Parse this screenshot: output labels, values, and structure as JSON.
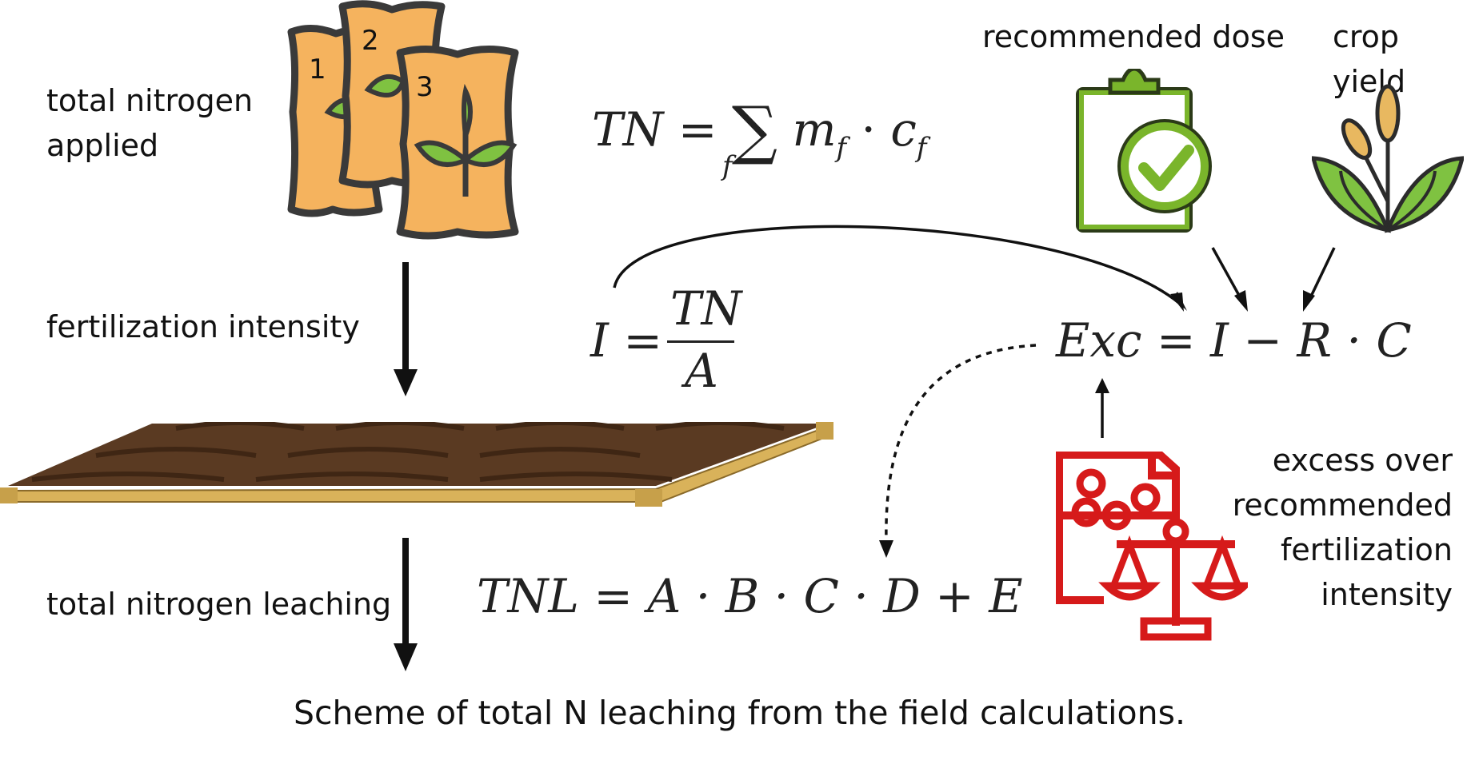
{
  "labels": {
    "total_nitrogen_applied_l1": "total nitrogen",
    "total_nitrogen_applied_l2": "applied",
    "fertilization_intensity": "fertilization intensity",
    "total_nitrogen_leaching": "total nitrogen leaching",
    "recommended_dose": "recommended dose",
    "crop_yield": "crop yield",
    "excess_l1": "excess over",
    "excess_l2": "recommended",
    "excess_l3": "fertilization",
    "excess_l4": "intensity"
  },
  "bags": {
    "bag1": "1",
    "bag2": "2",
    "bag3": "3"
  },
  "formulas": {
    "tn_lhs": "TN",
    "eq": "=",
    "sum_sign": "∑",
    "sum_index": "f",
    "tn_rhs": "m",
    "tn_sub1": "f",
    "dot": "·",
    "tn_c": "c",
    "tn_sub2": "f",
    "i_lhs": "I",
    "i_num": "TN",
    "i_den": "A",
    "exc": "Exc = I − R · C",
    "tnl": "TNL = A · B · C · D + E"
  },
  "caption": "Scheme of total N leaching from the field calculations.",
  "colors": {
    "bag_fill": "#f5b35e",
    "bag_stroke": "#3a3a3a",
    "leaf_green": "#7fc241",
    "clipboard_green": "#7ab52b",
    "scale_red": "#d61a1a",
    "soil_brown": "#5a3a22",
    "frame_wood": "#d9b25a"
  },
  "icons": {
    "fertilizer_bags": "fertilizer-bags-icon",
    "clipboard_check": "clipboard-check-icon",
    "wheat_plant": "wheat-plant-icon",
    "document_scale": "document-scale-icon",
    "soil_field": "soil-field-icon"
  }
}
